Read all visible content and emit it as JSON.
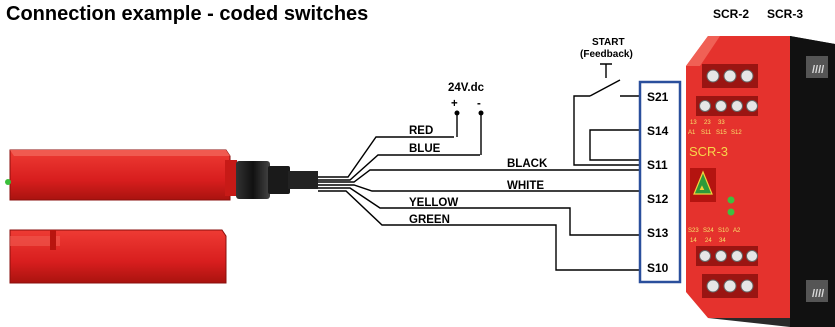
{
  "title": "Connection example - coded switches",
  "modules": [
    "SCR-2",
    "SCR-3"
  ],
  "supply": {
    "label": "24V.dc",
    "plus": "+",
    "minus": "-"
  },
  "start": {
    "line1": "START",
    "line2": "(Feedback)"
  },
  "wires": [
    "RED",
    "BLUE",
    "BLACK",
    "WHITE",
    "YELLOW",
    "GREEN"
  ],
  "terminals": [
    "S21",
    "S14",
    "S11",
    "S12",
    "S13",
    "S10"
  ],
  "relay": {
    "name": "SCR-3",
    "top_row1": [
      "13",
      "23",
      "33"
    ],
    "top_row2": [
      "A1",
      "S11",
      "S15",
      "S12"
    ],
    "bottom_row1": [
      "S23",
      "S24",
      "S10",
      "A2"
    ],
    "bottom_row2": [
      "14",
      "24",
      "34"
    ]
  },
  "colors": {
    "switch_red": "#d81e1e",
    "relay_red": "#e5322d",
    "terminal_box": "#2a4f9c"
  }
}
